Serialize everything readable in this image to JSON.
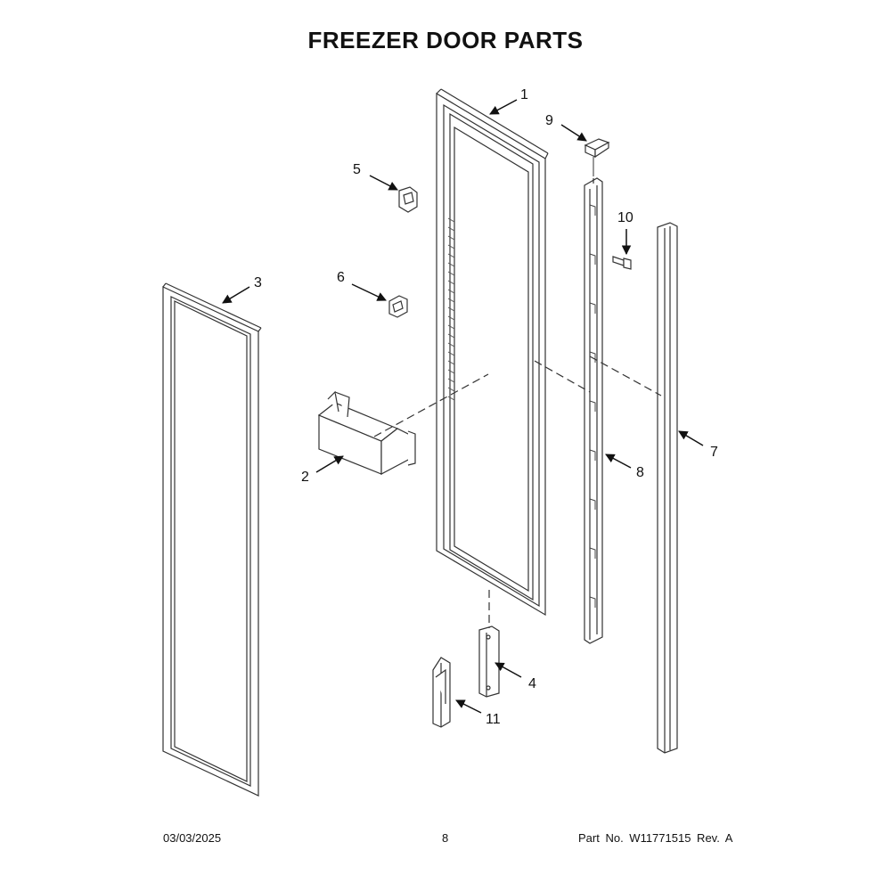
{
  "title": "FREEZER DOOR PARTS",
  "callouts": {
    "c1": "1",
    "c2": "2",
    "c3": "3",
    "c4": "4",
    "c5": "5",
    "c6": "6",
    "c7": "7",
    "c8": "8",
    "c9": "9",
    "c10": "10",
    "c11": "11"
  },
  "footer": {
    "date": "03/03/2025",
    "page": "8",
    "part": "Part No.  W11771515  Rev.  A"
  }
}
